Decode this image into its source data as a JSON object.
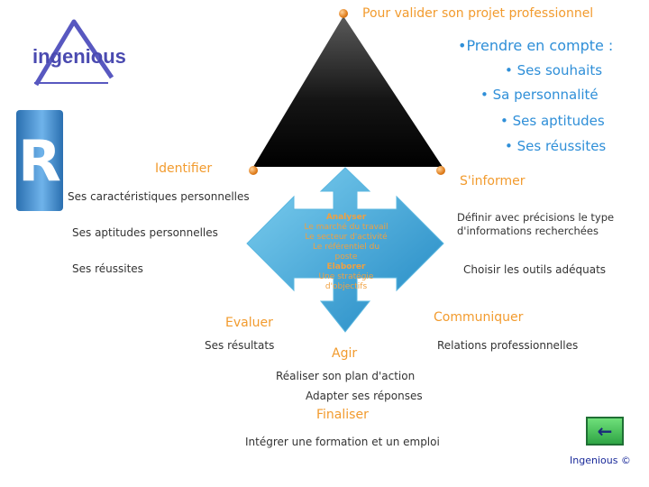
{
  "title": "Pour valider son projet professionnel",
  "logo": {
    "text": "ingenious"
  },
  "big_letter": "R",
  "prendre": {
    "heading": "•Prendre en compte :",
    "items": [
      "• Ses souhaits",
      "• Sa personnalité",
      "• Ses aptitudes",
      "• Ses réussites"
    ]
  },
  "identifier": {
    "heading": "Identifier",
    "items": [
      "Ses caractéristiques personnelles",
      "Ses aptitudes personnelles",
      "Ses réussites"
    ]
  },
  "informer": {
    "heading": "S'informer",
    "items": [
      "Définir avec précisions le type d'informations recherchées",
      "Choisir les outils adéquats"
    ]
  },
  "center_box": {
    "analyser": "Analyser",
    "lines": [
      "Le marché du travail",
      "Le secteur d'activité",
      "Le référentiel du",
      "poste"
    ],
    "elaborer": "Elaborer",
    "strategy": "Une stratégie d'objectifs"
  },
  "evaluer": {
    "heading": "Evaluer",
    "items": [
      "Ses résultats"
    ]
  },
  "communiquer": {
    "heading": "Communiquer",
    "items": [
      "Relations professionnelles"
    ]
  },
  "agir": {
    "heading": "Agir",
    "items": [
      "Réaliser son plan d'action",
      "Adapter ses réponses"
    ]
  },
  "finaliser": {
    "heading": "Finaliser",
    "items": [
      "Intégrer une formation et un emploi"
    ]
  },
  "footer": "Ingenious ©",
  "back_button": {
    "icon": "arrow-left-icon",
    "glyph": "←"
  },
  "colors": {
    "orange": "#f29b2e",
    "blue": "#2f8fd8",
    "cyan": "#3aa9d8"
  }
}
